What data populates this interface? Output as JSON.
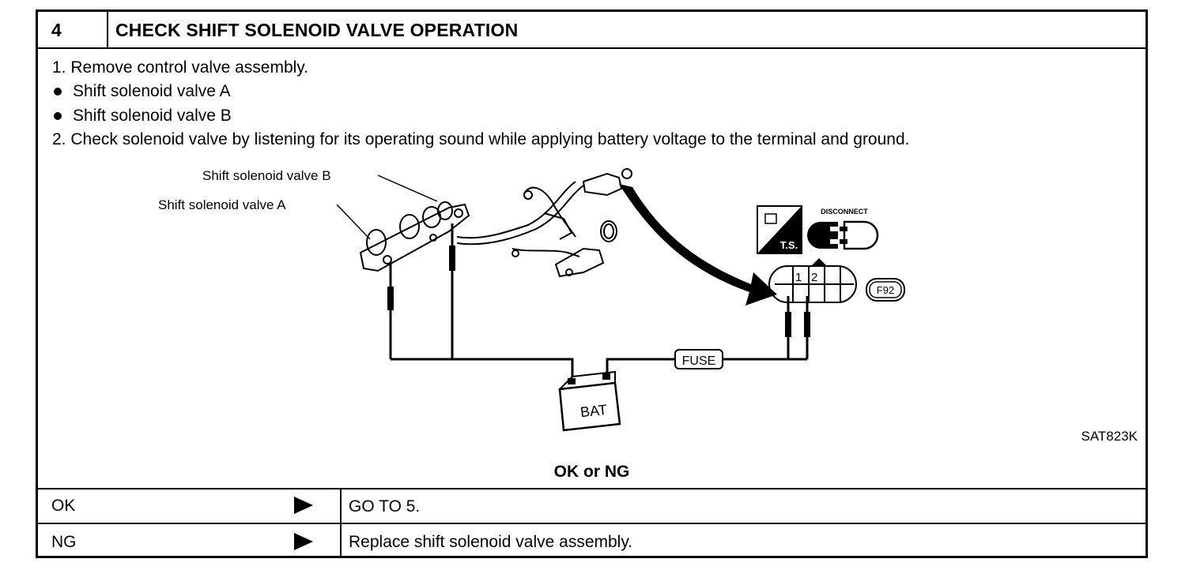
{
  "step": {
    "number": "4",
    "title": "CHECK SHIFT SOLENOID VALVE OPERATION"
  },
  "instructions": {
    "line1": "1.  Remove control valve assembly.",
    "bullet1": "Shift solenoid valve A",
    "bullet2": "Shift solenoid valve B",
    "line2": "2.  Check solenoid valve by listening for its operating sound while applying battery voltage to the terminal and ground."
  },
  "diagram": {
    "label_valve_b": "Shift solenoid valve B",
    "label_valve_a": "Shift solenoid valve A",
    "fuse_label": "FUSE",
    "battery_label": "BAT",
    "disconnect_label": "DISCONNECT",
    "ts_label": "T.S.",
    "connector_code": "F92",
    "terminal_1": "1",
    "terminal_2": "2",
    "figure_id": "SAT823K"
  },
  "result_heading": "OK or NG",
  "results": [
    {
      "label": "OK",
      "action": "GO TO 5."
    },
    {
      "label": "NG",
      "action": "Replace shift solenoid valve assembly."
    }
  ]
}
